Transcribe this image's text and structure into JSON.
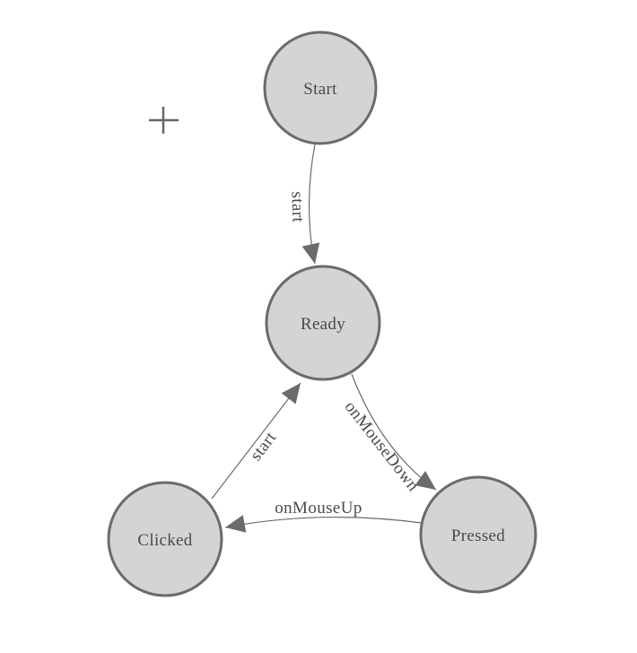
{
  "diagram": {
    "kind": "state-machine-graph",
    "background": "#ffffff",
    "colors": {
      "node_fill": "#d4d4d4",
      "node_stroke": "#6b6b6b",
      "edge_stroke": "#6b6b6b",
      "arrow_fill": "#6b6b6b",
      "label_text": "#4a4a4a",
      "crosshair": "#666666"
    },
    "icons": {
      "crosshair": "+"
    },
    "nodes": [
      {
        "id": "start",
        "label": "Start"
      },
      {
        "id": "ready",
        "label": "Ready"
      },
      {
        "id": "clicked",
        "label": "Clicked"
      },
      {
        "id": "pressed",
        "label": "Pressed"
      }
    ],
    "edges": [
      {
        "from": "start",
        "to": "ready",
        "label": "start"
      },
      {
        "from": "ready",
        "to": "pressed",
        "label": "onMouseDown"
      },
      {
        "from": "pressed",
        "to": "clicked",
        "label": "onMouseUp"
      },
      {
        "from": "clicked",
        "to": "ready",
        "label": "start"
      }
    ]
  }
}
